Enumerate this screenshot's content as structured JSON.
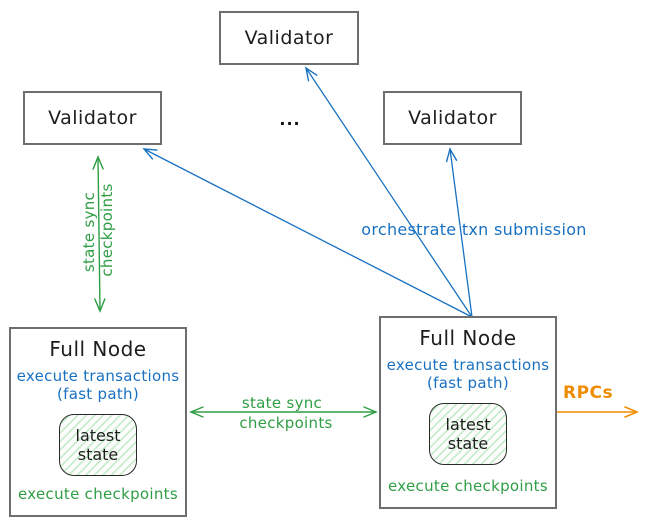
{
  "colors": {
    "blue": "#1971c2",
    "green": "#2f9e44",
    "orange": "#f08c00",
    "box_border": "#6e6e6e",
    "text_black": "#1d1d1d"
  },
  "validators": {
    "top": "Validator",
    "left": "Validator",
    "right": "Validator",
    "ellipsis": "..."
  },
  "full_nodes": {
    "left": {
      "title": "Full Node",
      "exec_line1": "execute transactions",
      "exec_line2": "(fast path)",
      "state_line1": "latest",
      "state_line2": "state",
      "footer": "execute checkpoints"
    },
    "right": {
      "title": "Full Node",
      "exec_line1": "execute transactions",
      "exec_line2": "(fast path)",
      "state_line1": "latest",
      "state_line2": "state",
      "footer": "execute checkpoints"
    }
  },
  "edges": {
    "left_state_sync": {
      "line1": "state sync",
      "line2": "checkpoints"
    },
    "mid_state_sync": {
      "line1": "state sync",
      "line2": "checkpoints"
    },
    "orchestrate": "orchestrate txn submission",
    "rpcs": "RPCs"
  }
}
